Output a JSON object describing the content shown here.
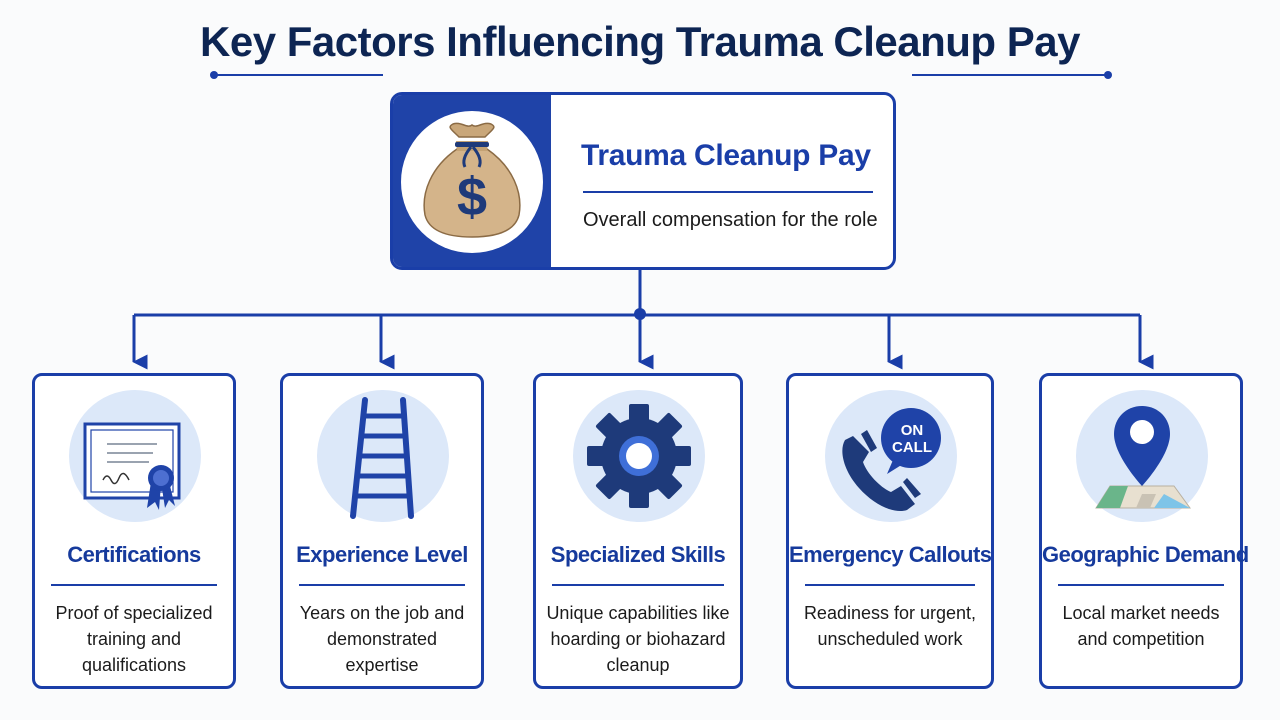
{
  "title": "Key Factors Influencing Trauma Cleanup Pay",
  "main": {
    "title": "Trauma Cleanup Pay",
    "description": "Overall compensation for the role",
    "icon": "money-bag-icon"
  },
  "factors": [
    {
      "title": "Certifications",
      "description": "Proof of specialized training and qualifications",
      "icon": "certificate-icon"
    },
    {
      "title": "Experience Level",
      "description": "Years on the job and demonstrated expertise",
      "icon": "ladder-icon"
    },
    {
      "title": "Specialized Skills",
      "description": "Unique capabilities like hoarding or biohazard cleanup",
      "icon": "gear-icon"
    },
    {
      "title": "Emergency Callouts",
      "description": "Readiness for urgent, unscheduled work",
      "icon": "phone-on-call-icon",
      "badge": "ON CALL"
    },
    {
      "title": "Geographic Demand",
      "description": "Local market needs and competition",
      "icon": "map-pin-icon"
    }
  ],
  "colors": {
    "primary": "#1a3ea8",
    "title": "#0d2553",
    "icon_dark": "#1e3a7a",
    "circle_fill": "#dce8f9"
  }
}
